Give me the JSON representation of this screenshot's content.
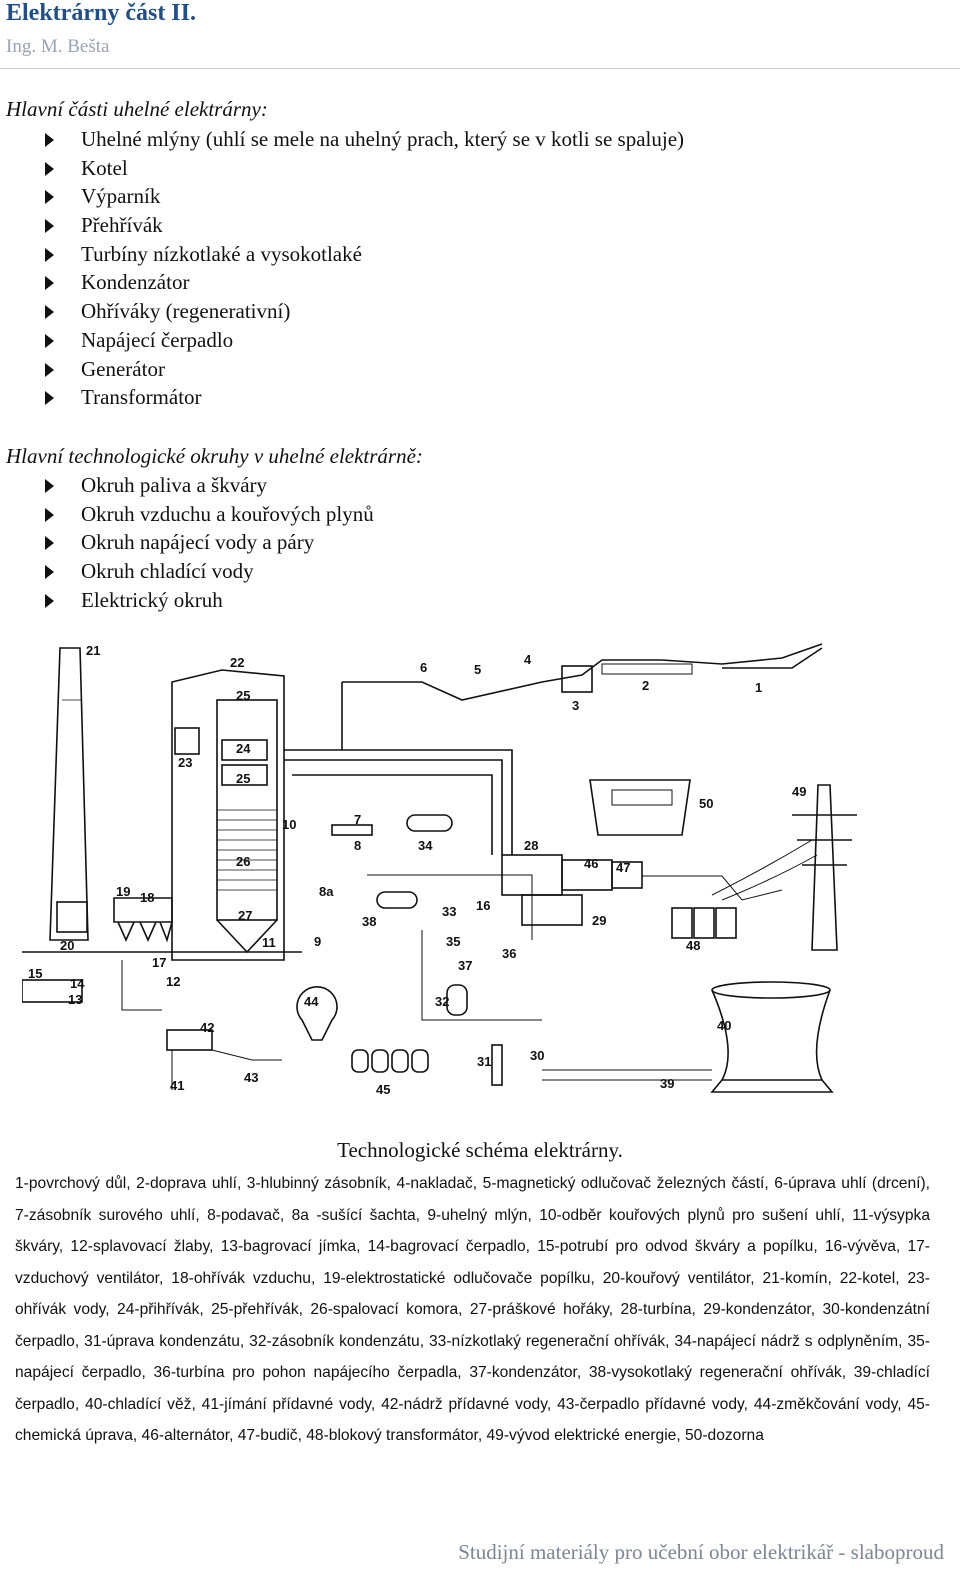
{
  "header": {
    "title": "Elektrárny část II.",
    "author": "Ing. M. Bešta"
  },
  "section1": {
    "heading": "Hlavní části uhelné elektrárny:",
    "items": [
      "Uhelné mlýny (uhlí se mele na uhelný prach, který se v kotli se spaluje)",
      "Kotel",
      "Výparník",
      "Přehřívák",
      "Turbíny nízkotlaké a vysokotlaké",
      "Kondenzátor",
      "Ohříváky (regenerativní)",
      "Napájecí čerpadlo",
      "Generátor",
      "Transformátor"
    ]
  },
  "section2": {
    "heading": "Hlavní technologické okruhy v uhelné elektrárně:",
    "items": [
      "Okruh paliva a škváry",
      "Okruh vzduchu a kouřových plynů",
      "Okruh napájecí vody a páry",
      "Okruh chladící vody",
      "Elektrický okruh"
    ]
  },
  "figure": {
    "caption": "Technologické schéma elektrárny.",
    "labels": [
      "1",
      "2",
      "3",
      "4",
      "5",
      "6",
      "7",
      "8",
      "8a",
      "9",
      "10",
      "11",
      "12",
      "13",
      "14",
      "15",
      "16",
      "17",
      "18",
      "19",
      "20",
      "21",
      "22",
      "23",
      "24",
      "25",
      "25",
      "26",
      "27",
      "28",
      "29",
      "30",
      "31",
      "32",
      "33",
      "34",
      "35",
      "36",
      "37",
      "38",
      "39",
      "40",
      "41",
      "42",
      "43",
      "44",
      "45",
      "46",
      "47",
      "48",
      "49",
      "50"
    ],
    "legend": "1-povrchový důl, 2-doprava uhlí, 3-hlubinný zásobník, 4-nakladač, 5-magnetický odlučovač železných částí, 6-úprava uhlí (drcení), 7-zásobník surového uhlí, 8-podavač, 8a -sušící šachta, 9-uhelný mlýn, 10-odběr kouřových plynů pro sušení uhlí, 11-výsypka škváry, 12-splavovací žlaby, 13-bagrovací jímka, 14-bagrovací čerpadlo, 15-potrubí pro odvod škváry a popílku, 16-vývěva, 17-vzduchový ventilátor, 18-ohřívák vzduchu, 19-elektrostatické odlučovače popílku, 20-kouřový ventilátor, 21-komín, 22-kotel, 23-ohřívák vody, 24-přihřívák, 25-přehřívák, 26-spalovací komora, 27-práškové hořáky, 28-turbína, 29-kondenzátor, 30-kondenzátní čerpadlo, 31-úprava kondenzátu, 32-zásobník kondenzátu, 33-nízkotlaký regenerační ohřívák, 34-napájecí nádrž s odplyněním, 35-napájecí čerpadlo, 36-turbína pro pohon napájecího čerpadla, 37-kondenzátor, 38-vysokotlaký regenerační ohřívák, 39-chladící čerpadlo, 40-chladící věž, 41-jímání přídavné vody, 42-nádrž přídavné vody, 43-čerpadlo přídavné vody, 44-změkčování vody, 45-chemická úprava, 46-alternátor, 47-budič, 48-blokový transformátor, 49-vývod elektrické energie, 50-dozorna"
  },
  "footer": {
    "text": "Studijní materiály pro učební obor elektrikář - slaboproud"
  }
}
